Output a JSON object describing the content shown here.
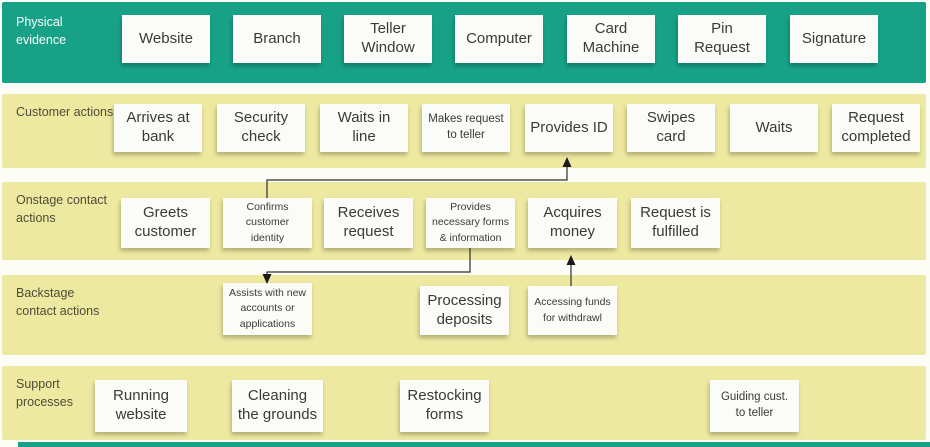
{
  "colors": {
    "header_band": "#17A287",
    "row_band": "#EDE9A0",
    "sticky_note": "#FBFBF7",
    "note_text": "#3A3A3A",
    "row_label_text": "#4E4D39",
    "header_label_text": "#FFFFFF",
    "connector": "#2E2E2E",
    "background": "#FDFDF8"
  },
  "rows": [
    {
      "id": "physical-evidence",
      "label": "Physical evidence",
      "notes": [
        {
          "text": "Website"
        },
        {
          "text": "Branch"
        },
        {
          "text": "Teller Window"
        },
        {
          "text": "Computer"
        },
        {
          "text": "Card Machine"
        },
        {
          "text": "Pin Request"
        },
        {
          "text": "Signature"
        }
      ]
    },
    {
      "id": "customer-actions",
      "label": "Customer actions",
      "notes": [
        {
          "text": "Arrives at bank"
        },
        {
          "text": "Security check"
        },
        {
          "text": "Waits in line"
        },
        {
          "text": "Makes request to teller"
        },
        {
          "text": "Provides ID"
        },
        {
          "text": "Swipes card"
        },
        {
          "text": "Waits"
        },
        {
          "text": "Request completed"
        }
      ]
    },
    {
      "id": "onstage-contact-actions",
      "label": "Onstage contact actions",
      "notes": [
        {
          "text": "Greets customer"
        },
        {
          "text": "Confirms customer identity"
        },
        {
          "text": "Receives request"
        },
        {
          "text": "Provides necessary forms & information"
        },
        {
          "text": "Acquires money"
        },
        {
          "text": "Request is fulfilled"
        }
      ]
    },
    {
      "id": "backstage-contact-actions",
      "label": "Backstage contact actions",
      "notes": [
        {
          "text": "Assists with new accounts or applications"
        },
        {
          "text": "Processing deposits"
        },
        {
          "text": "Accessing funds for withdrawl"
        }
      ]
    },
    {
      "id": "support-processes",
      "label": "Support processes",
      "notes": [
        {
          "text": "Running website"
        },
        {
          "text": "Cleaning the grounds"
        },
        {
          "text": "Restocking forms"
        },
        {
          "text": "Guiding cust. to teller"
        }
      ]
    }
  ],
  "connectors": [
    {
      "from": "Confirms customer identity",
      "to": "Provides ID",
      "direction": "up"
    },
    {
      "from": "Provides necessary forms & information",
      "to": "Assists with new accounts or applications",
      "direction": "down"
    },
    {
      "from": "Accessing funds for withdrawl",
      "to": "Acquires money",
      "direction": "up"
    }
  ]
}
